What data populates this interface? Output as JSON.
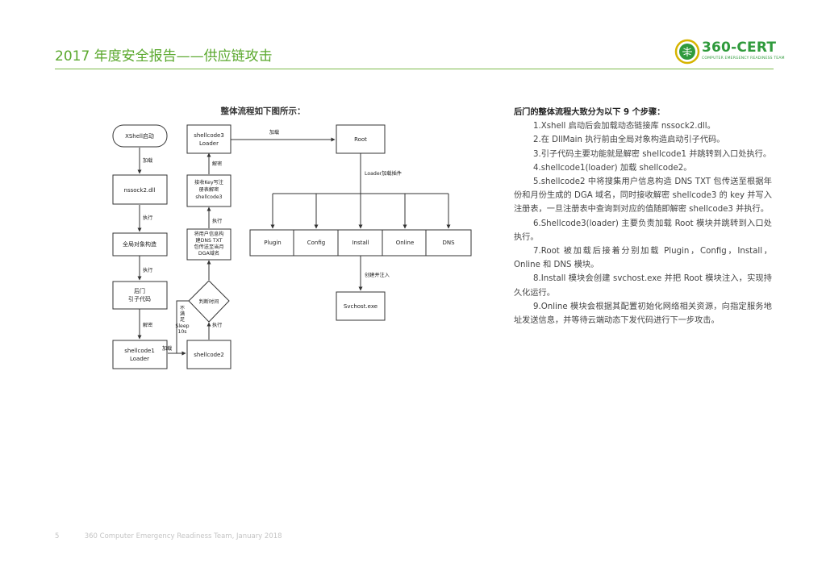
{
  "header": {
    "title": "2017 年度安全报告——供应链攻击",
    "logo_text": "360-CERT",
    "logo_subtitle": "COMPUTER EMERGENCY READINESS TEAM"
  },
  "diagram": {
    "title": "整体流程如下图所示：",
    "nodes": {
      "xshell": "XShell启动",
      "nssock2": "nssock2.dll",
      "global_obj": "全局对象构造",
      "backdoor": [
        "后门",
        "引子代码"
      ],
      "sc1": [
        "shellcode1",
        "Loader"
      ],
      "sc2": "shellcode2",
      "decision": "判断时间",
      "dga": [
        "将用户信息构",
        "建DNS TXT",
        "包传送至当月",
        "DGA域名"
      ],
      "recv_key": [
        "接收Key写注",
        "册表解密",
        "shellcode3"
      ],
      "sc3": [
        "shellcode3",
        "Loader"
      ],
      "root": "Root",
      "plugin": "Plugin",
      "config": "Config",
      "install": "Install",
      "online": "Online",
      "dns": "DNS",
      "svchost": "Svchost.exe"
    },
    "edges": {
      "load1": "加载",
      "exec1": "执行",
      "exec2": "执行",
      "decrypt1": "解密",
      "load2": "加载",
      "not_satisfied": [
        "不",
        "满",
        "足",
        "Sleep",
        "10s"
      ],
      "exec3": "执行",
      "exec4": "执行",
      "decrypt2": "解密",
      "load3": "加载",
      "loader_load_plugins": "Loader加载插件",
      "create_inject": "创建并注入"
    }
  },
  "steps": {
    "heading": "后门的整体流程大致分为以下 9 个步骤：",
    "items": [
      "1.Xshell 启动后会加载动态链接库 nssock2.dll。",
      "2.在 DllMain 执行前由全局对象构造启动引子代码。",
      "3.引子代码主要功能就是解密 shellcode1 并跳转到入口处执行。",
      "4.shellcode1(loader) 加载 shellcode2。",
      "5.shellcode2 中将搜集用户信息构造 DNS TXT 包传送至根据年份和月份生成的 DGA 域名，同时接收解密 shellcode3 的 key 并写入注册表，一旦注册表中查询到对应的值随即解密 shellcode3 并执行。",
      "6.Shellcode3(loader) 主要负责加载 Root 模块并跳转到入口处执行。",
      "7.Root 被加载后接着分别加载 Plugin，Config，Install，Online 和 DNS 模块。",
      "8.Install 模块会创建 svchost.exe 并把 Root 模块注入，实现持久化运行。",
      "9.Online 模块会根据其配置初始化网络相关资源，向指定服务地址发送信息，并等待云端动态下发代码进行下一步攻击。"
    ]
  },
  "footer": {
    "page_number": "5",
    "text": "360 Computer Emergency Readiness Team, January 2018"
  },
  "colors": {
    "brand_green": "#5aa82d",
    "logo_green": "#2f9a3c",
    "footer_gray": "#c4c4c4"
  }
}
